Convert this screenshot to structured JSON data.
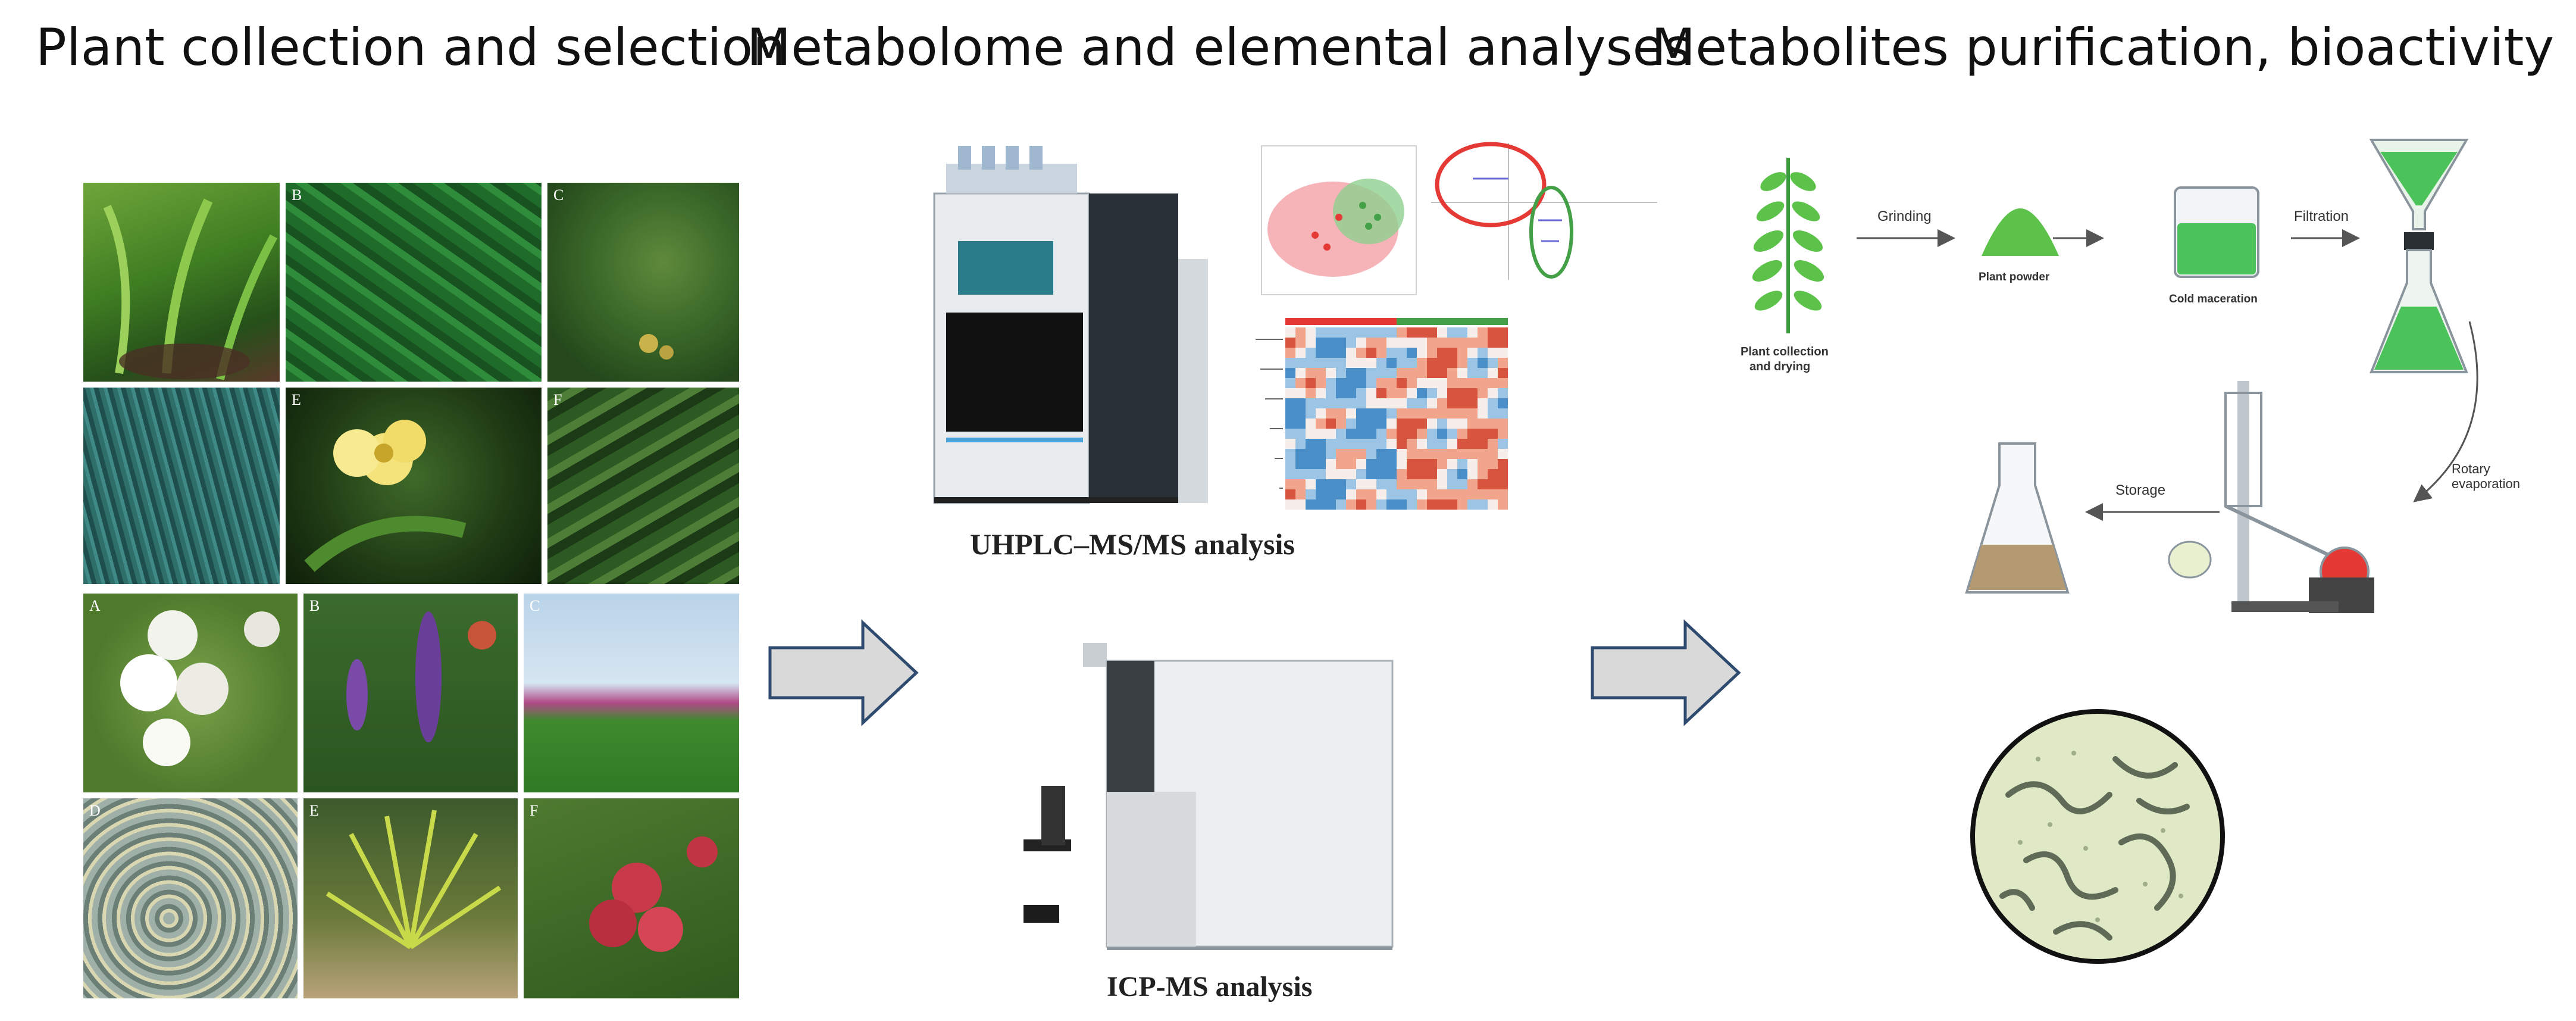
{
  "headers": {
    "stage1": "Plant collection and selection",
    "stage2": "Metabolome and elemental analyses",
    "stage3": "Metabolites purification, bioactivity"
  },
  "stage1": {
    "upper_letters": [
      "",
      "B",
      "C",
      "",
      "E",
      "F"
    ],
    "lower_letters": [
      "A",
      "B",
      "C",
      "D",
      "E",
      "F"
    ]
  },
  "stage2": {
    "uhplc_caption": "UHPLC–MS/MS analysis",
    "icp_caption": "ICP-MS analysis"
  },
  "stage3": {
    "plant_label_1": "Plant collection",
    "plant_label_2": "and drying",
    "grinding": "Grinding",
    "plant_powder": "Plant powder",
    "cold_maceration": "Cold maceration",
    "filtration": "Filtration",
    "rotary_1": "Rotary",
    "rotary_2": "evaporation",
    "storage": "Storage"
  },
  "colors": {
    "arrow_fill": "#d9d9d9",
    "arrow_stroke": "#2e4a6e",
    "green_solution": "#4cc35a",
    "pca_red": "#e53935",
    "pca_green": "#43a047",
    "heat_red": "#d7553f",
    "heat_blue": "#4a8fc7"
  }
}
